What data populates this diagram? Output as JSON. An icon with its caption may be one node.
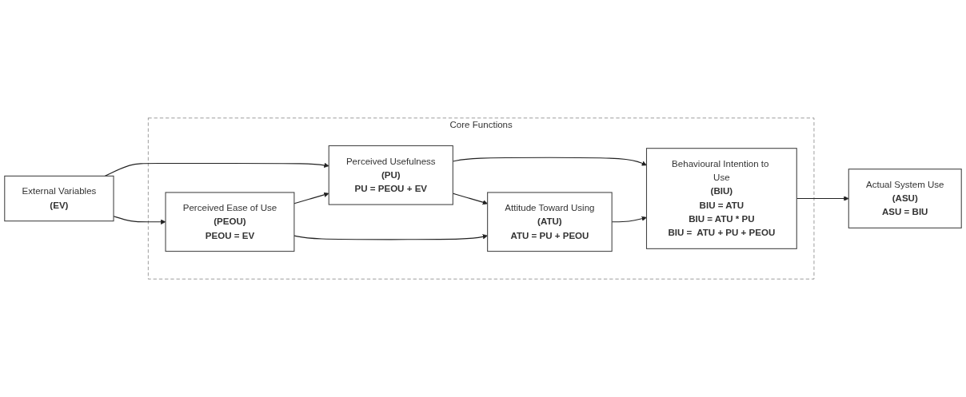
{
  "diagram": {
    "nodes": [
      {
        "text": [
          "External Variables",
          "(EV)"
        ]
      },
      {
        "text": [
          "Core Functions"
        ]
      },
      {
        "text": [
          "Perceived Usefulness",
          "(PU)",
          "PU = PEOU + EV"
        ],
        "in": 1
      },
      {
        "text": [
          "Perceived Ease of Use",
          "(PEOU)",
          "PEOU = EV"
        ],
        "in": 1
      },
      {
        "text": [
          "Attitude Toward Using",
          "(ATU)",
          "ATU = PU + PEOU"
        ],
        "in": 1
      },
      {
        "text": [
          "Behavioural Intention to Use",
          "(BIU)",
          "BIU = ATU",
          "BIU = ATU * PU",
          "BIU =  ATU + PU + PEOU"
        ],
        "in": 1
      },
      {
        "text": [
          "Actual System Use",
          "(ASU)",
          "ASU = BIU"
        ]
      }
    ],
    "edges": [
      {
        "from": 0,
        "to": 2,
        "arrow": "to"
      },
      {
        "from": 0,
        "to": 3,
        "arrow": "to"
      },
      {
        "from": 3,
        "to": 2,
        "arrow": "to"
      },
      {
        "from": 2,
        "to": 4,
        "arrow": "to"
      },
      {
        "from": 3,
        "to": 4,
        "arrow": "to"
      },
      {
        "from": 2,
        "to": 5,
        "arrow": "to"
      },
      {
        "from": 4,
        "to": 5,
        "arrow": "to"
      },
      {
        "from": 5,
        "to": 6,
        "arrow": "to"
      }
    ]
  }
}
